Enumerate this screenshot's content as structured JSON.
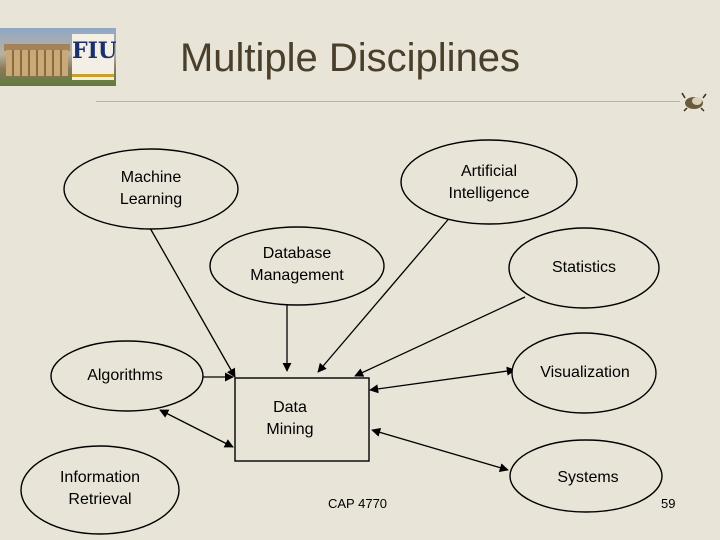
{
  "slide": {
    "title": "Multiple Disciplines",
    "logo_text": "FIU",
    "footer_course": "CAP 4770",
    "footer_page": "59"
  },
  "diagram": {
    "center": {
      "line1": "Data",
      "line2": "Mining"
    },
    "nodes": {
      "machine_learning": {
        "line1": "Machine",
        "line2": "Learning"
      },
      "artificial_intelligence": {
        "line1": "Artificial",
        "line2": "Intelligence"
      },
      "database_management": {
        "line1": "Database",
        "line2": "Management"
      },
      "statistics": {
        "line1": "Statistics"
      },
      "algorithms": {
        "line1": "Algorithms"
      },
      "visualization": {
        "line1": "Visualization"
      },
      "information_retrieval": {
        "line1": "Information",
        "line2": "Retrieval"
      },
      "systems": {
        "line1": "Systems"
      }
    }
  },
  "colors": {
    "background": "#e8e4d8",
    "title": "#4a3f2a",
    "stroke": "#000000"
  }
}
